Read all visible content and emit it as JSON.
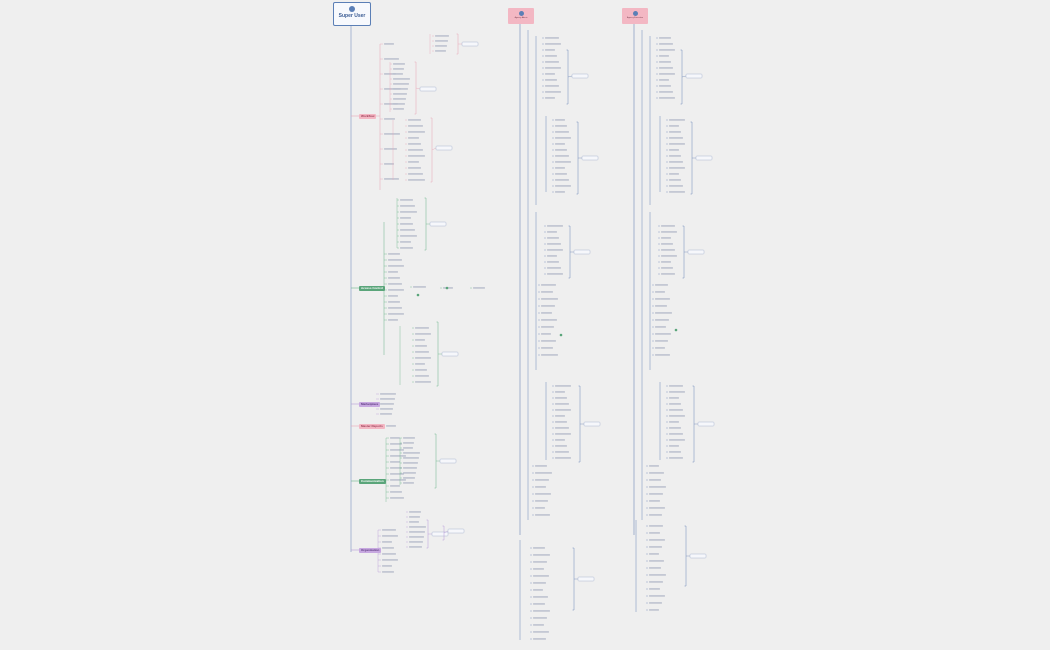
{
  "root": {
    "label": "Super User",
    "icon": "user-circle-icon"
  },
  "role_columns": [
    {
      "label": "Agency Admin",
      "icon": "user-circle-icon"
    },
    {
      "label": "Agency Executive",
      "icon": "user-circle-icon"
    }
  ],
  "categories": [
    {
      "label": "Workflow",
      "bg": "#f3b7c3",
      "fg": "#9b3b55"
    },
    {
      "label": "Access Control",
      "bg": "#5aa57a",
      "fg": "#ffffff"
    },
    {
      "label": "Marketplace",
      "bg": "#c7a8e0",
      "fg": "#5d3a80"
    },
    {
      "label": "Master Reports",
      "bg": "#f3b7c3",
      "fg": "#9b3b55"
    },
    {
      "label": "Communication",
      "bg": "#5aa57a",
      "fg": "#ffffff"
    },
    {
      "label": "Organization",
      "bg": "#c7a8e0",
      "fg": "#5d3a80"
    }
  ],
  "colors": {
    "pink_branch": "#e7a5b5",
    "green_branch": "#6cb58a",
    "purple_branch": "#b79ad8",
    "blue_branch": "#6f88b8",
    "trunk": "#8aa0c8"
  }
}
